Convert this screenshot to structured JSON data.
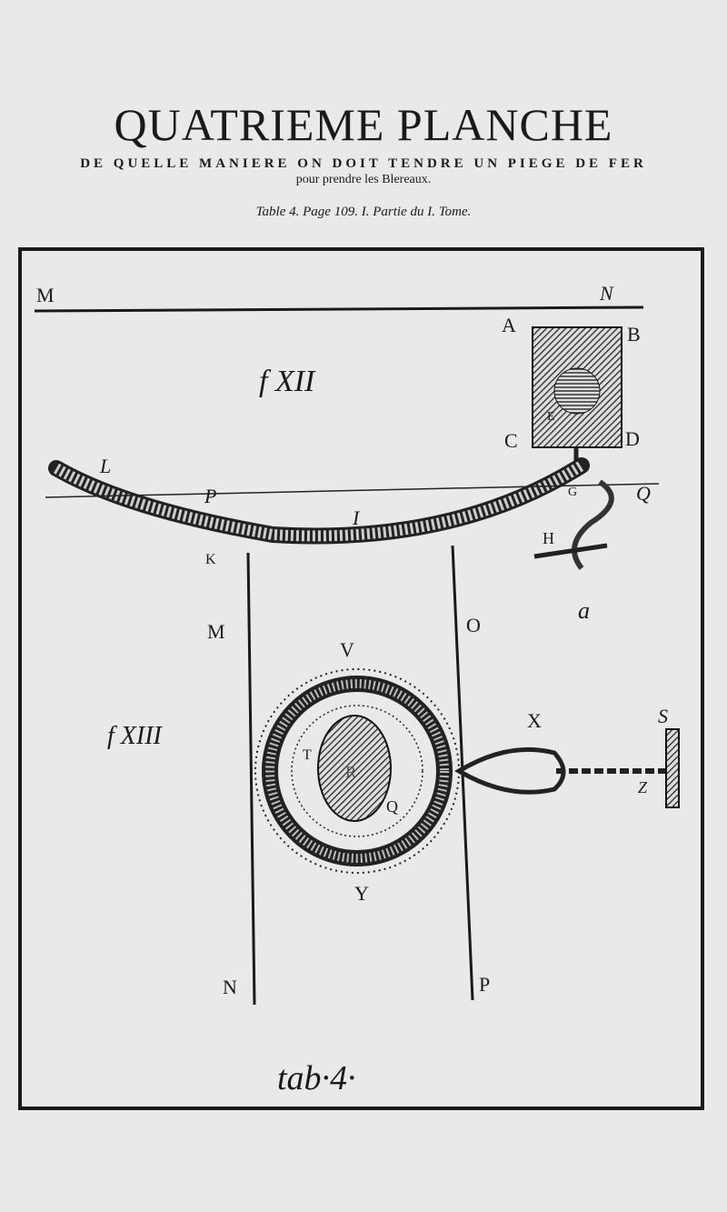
{
  "header": {
    "title": "QUATRIEME PLANCHE",
    "subtitle": "DE QUELLE MANIERE ON DOIT TENDRE UN PIEGE DE FER",
    "subtitle2": "pour prendre les Blereaux.",
    "reference": "Table 4. Page 109. I. Partie du I. Tome."
  },
  "plate": {
    "fig12_label": "f XII",
    "fig13_label": "f XIII",
    "caption": "tab·4·",
    "labels": {
      "M_top": "M",
      "N_top": "N",
      "A": "A",
      "B": "B",
      "C": "C",
      "D": "D",
      "E": "E",
      "L": "L",
      "P_top": "P",
      "I": "I",
      "K": "K",
      "G": "G",
      "Q_top": "Q",
      "H": "H",
      "a": "a",
      "M_mid": "M",
      "O": "O",
      "V": "V",
      "X": "X",
      "S": "S",
      "T": "T",
      "R": "R",
      "Q_mid": "Q",
      "Z": "Z",
      "Y": "Y",
      "N_bot": "N",
      "P_bot": "P"
    }
  }
}
